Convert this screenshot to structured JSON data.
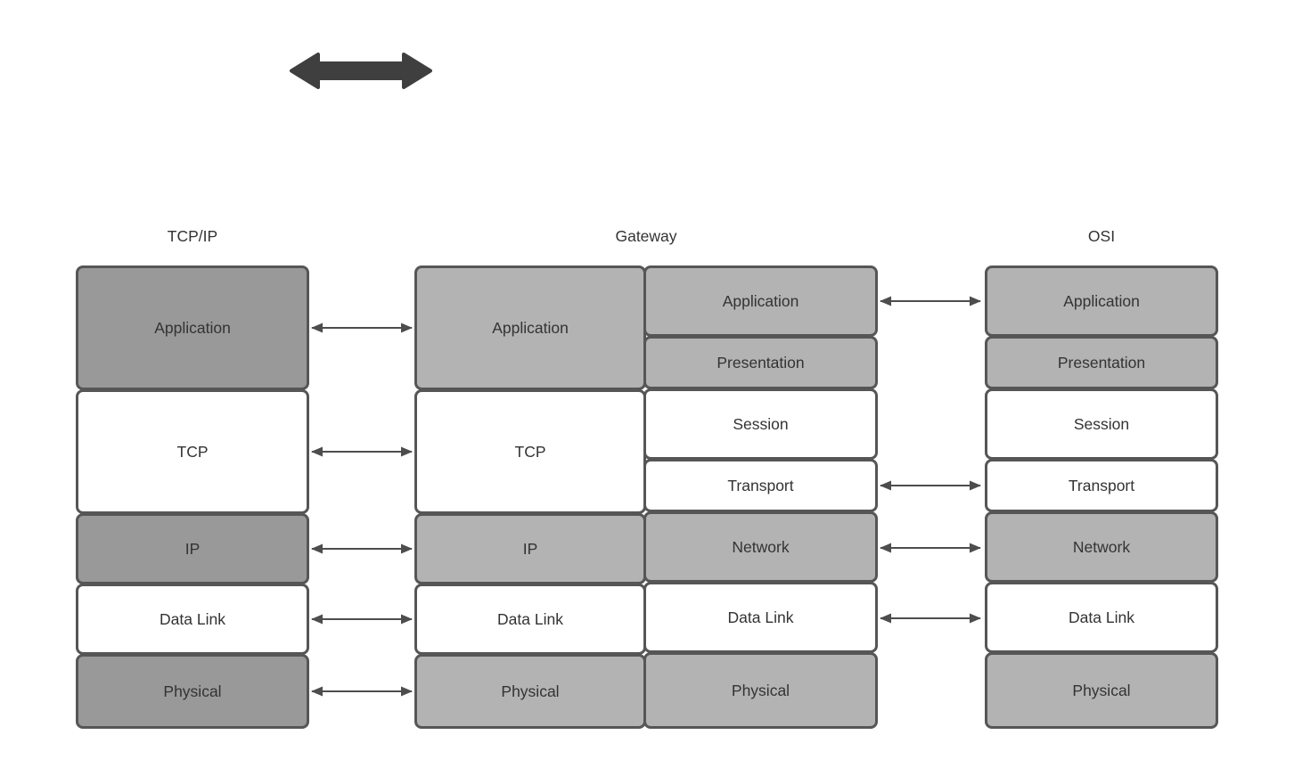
{
  "colors": {
    "canvas_bg": "#ffffff",
    "box_border": "#565656",
    "dark_fill": "#999999",
    "light_fill": "#b3b3b3",
    "white_fill": "#ffffff",
    "label_text": "#333333",
    "arrow": "#4d4d4d",
    "thick_arrow": "#3f3f3f"
  },
  "diagram": {
    "top_symbol": {
      "name": "bidirectional-arrow"
    },
    "columns": {
      "tcpip": {
        "title": "TCP/IP",
        "layers": [
          {
            "label": "Application",
            "shade": "dark"
          },
          {
            "label": "TCP",
            "shade": "white"
          },
          {
            "label": "IP",
            "shade": "dark"
          },
          {
            "label": "Data Link",
            "shade": "white"
          },
          {
            "label": "Physical",
            "shade": "dark"
          }
        ]
      },
      "gateway": {
        "title": "Gateway",
        "left_stack": [
          {
            "label": "Application",
            "shade": "light"
          },
          {
            "label": "TCP",
            "shade": "white"
          },
          {
            "label": "IP",
            "shade": "light"
          },
          {
            "label": "Data Link",
            "shade": "white"
          },
          {
            "label": "Physical",
            "shade": "light"
          }
        ],
        "right_stack": [
          {
            "label": "Application",
            "shade": "light"
          },
          {
            "label": "Presentation",
            "shade": "light"
          },
          {
            "label": "Session",
            "shade": "white"
          },
          {
            "label": "Transport",
            "shade": "white"
          },
          {
            "label": "Network",
            "shade": "light"
          },
          {
            "label": "Data Link",
            "shade": "white"
          },
          {
            "label": "Physical",
            "shade": "light"
          }
        ]
      },
      "osi": {
        "title": "OSI",
        "layers": [
          {
            "label": "Application",
            "shade": "light"
          },
          {
            "label": "Presentation",
            "shade": "light"
          },
          {
            "label": "Session",
            "shade": "white"
          },
          {
            "label": "Transport",
            "shade": "white"
          },
          {
            "label": "Network",
            "shade": "light"
          },
          {
            "label": "Data Link",
            "shade": "white"
          },
          {
            "label": "Physical",
            "shade": "light"
          }
        ]
      }
    },
    "connections": {
      "tcpip_to_gateway": [
        "Application",
        "TCP",
        "IP",
        "Data Link",
        "Physical"
      ],
      "gateway_to_osi": [
        "Application",
        "Transport",
        "Network",
        "Data Link"
      ]
    }
  }
}
